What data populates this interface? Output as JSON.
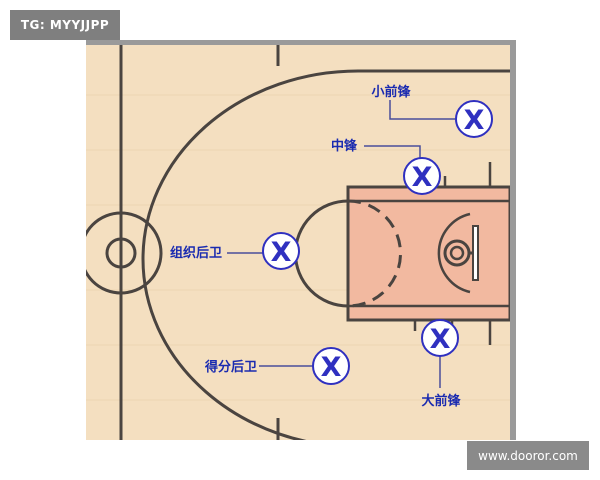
{
  "colors": {
    "court_wood": "#f4dfc0",
    "court_line": "#4a4440",
    "paint": "#f2b9a0",
    "marker": "#2f30c0",
    "label_text": "#1a2bb0",
    "frame_gray": "#9a9a9a"
  },
  "watermarks": {
    "top_left": "TG: MYYJJPP",
    "bottom_right": "www.dooror.com"
  },
  "positions": [
    {
      "id": "small-forward",
      "label": "小前锋",
      "marker": "X"
    },
    {
      "id": "center",
      "label": "中锋",
      "marker": "X"
    },
    {
      "id": "point-guard",
      "label": "组织后卫",
      "marker": "X"
    },
    {
      "id": "shooting-guard",
      "label": "得分后卫",
      "marker": "X"
    },
    {
      "id": "power-forward",
      "label": "大前锋",
      "marker": "X"
    }
  ]
}
